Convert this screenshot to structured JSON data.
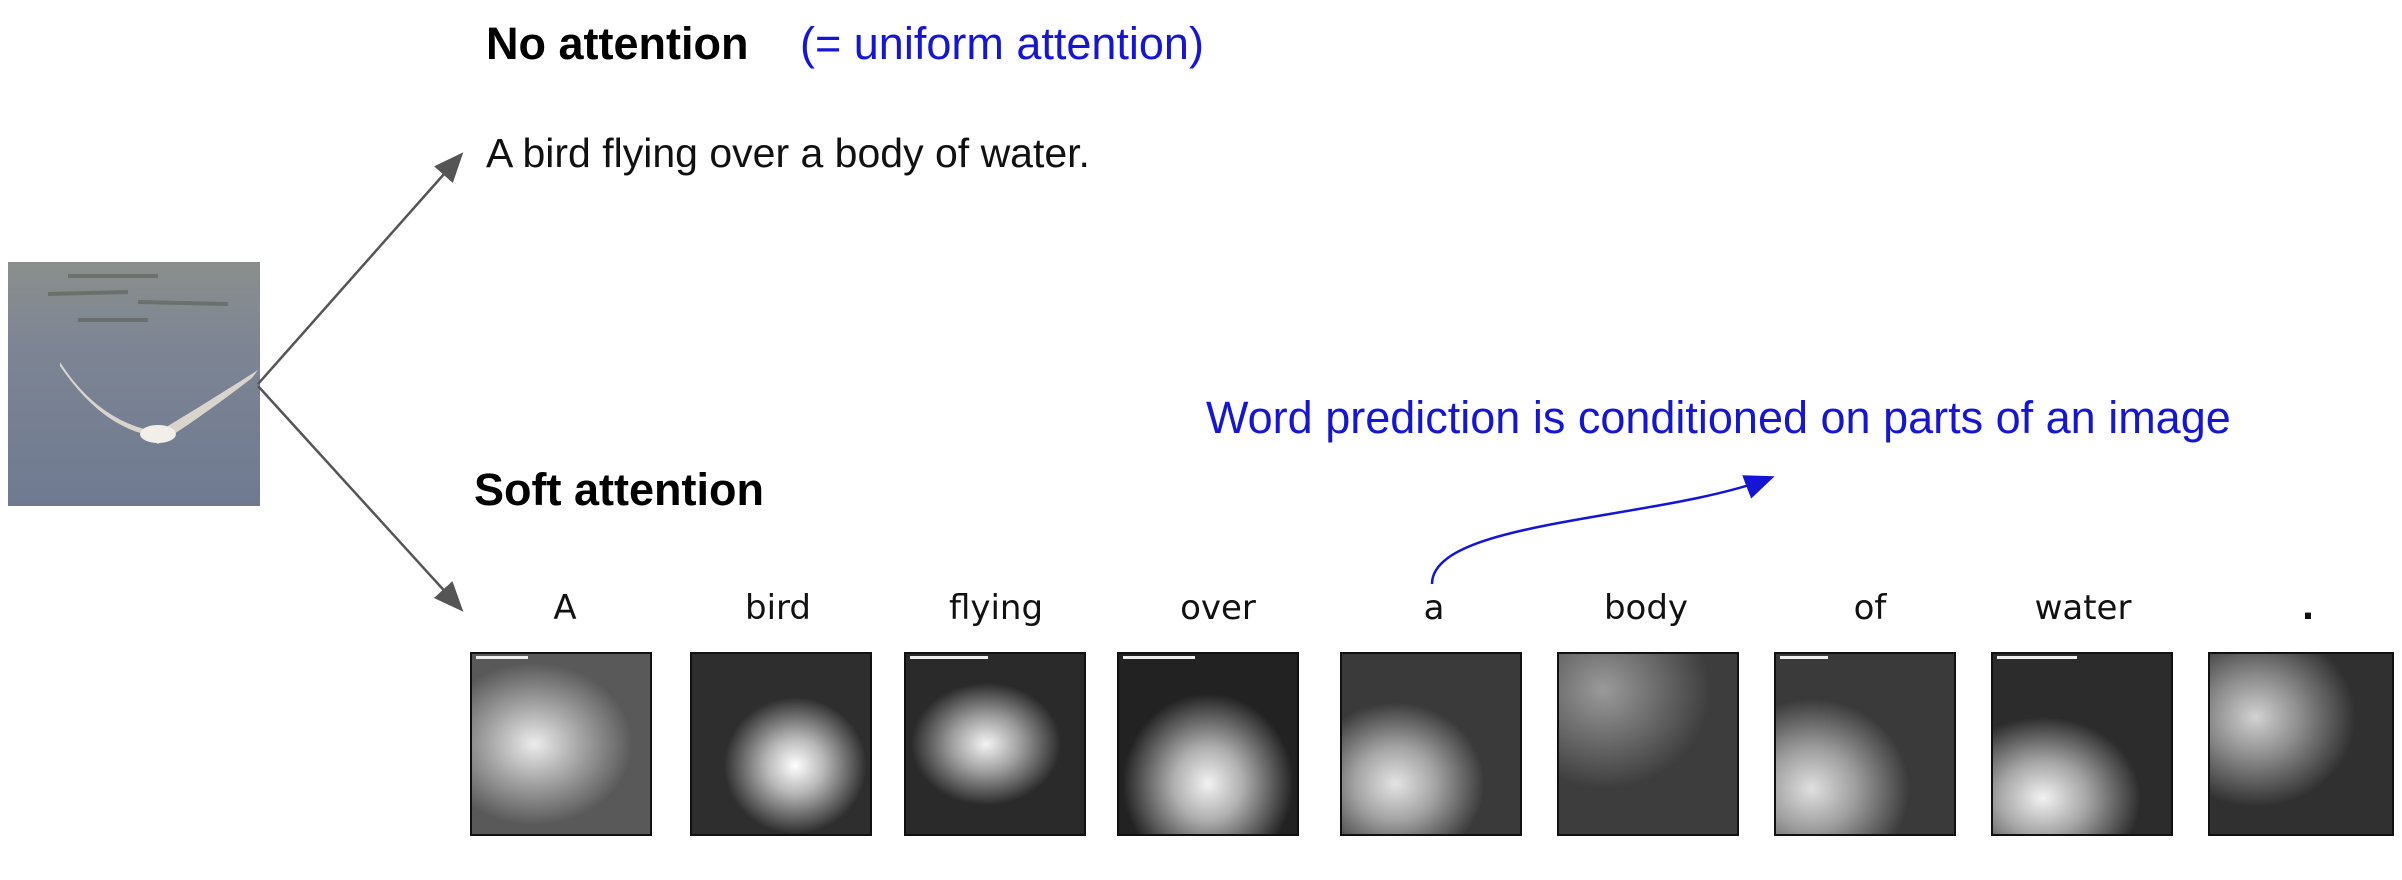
{
  "title_no_attention": "No attention",
  "note_uniform": "(= uniform attention)",
  "caption_no_attention": "A bird flying over a body of water.",
  "title_soft_attention": "Soft attention",
  "annotation": "Word prediction is conditioned on parts of an image",
  "words": [
    "A",
    "bird",
    "flying",
    "over",
    "a",
    "body",
    "of",
    "water",
    "."
  ],
  "colors": {
    "annotation_blue": "#1515d8",
    "arrow": "#555555"
  }
}
